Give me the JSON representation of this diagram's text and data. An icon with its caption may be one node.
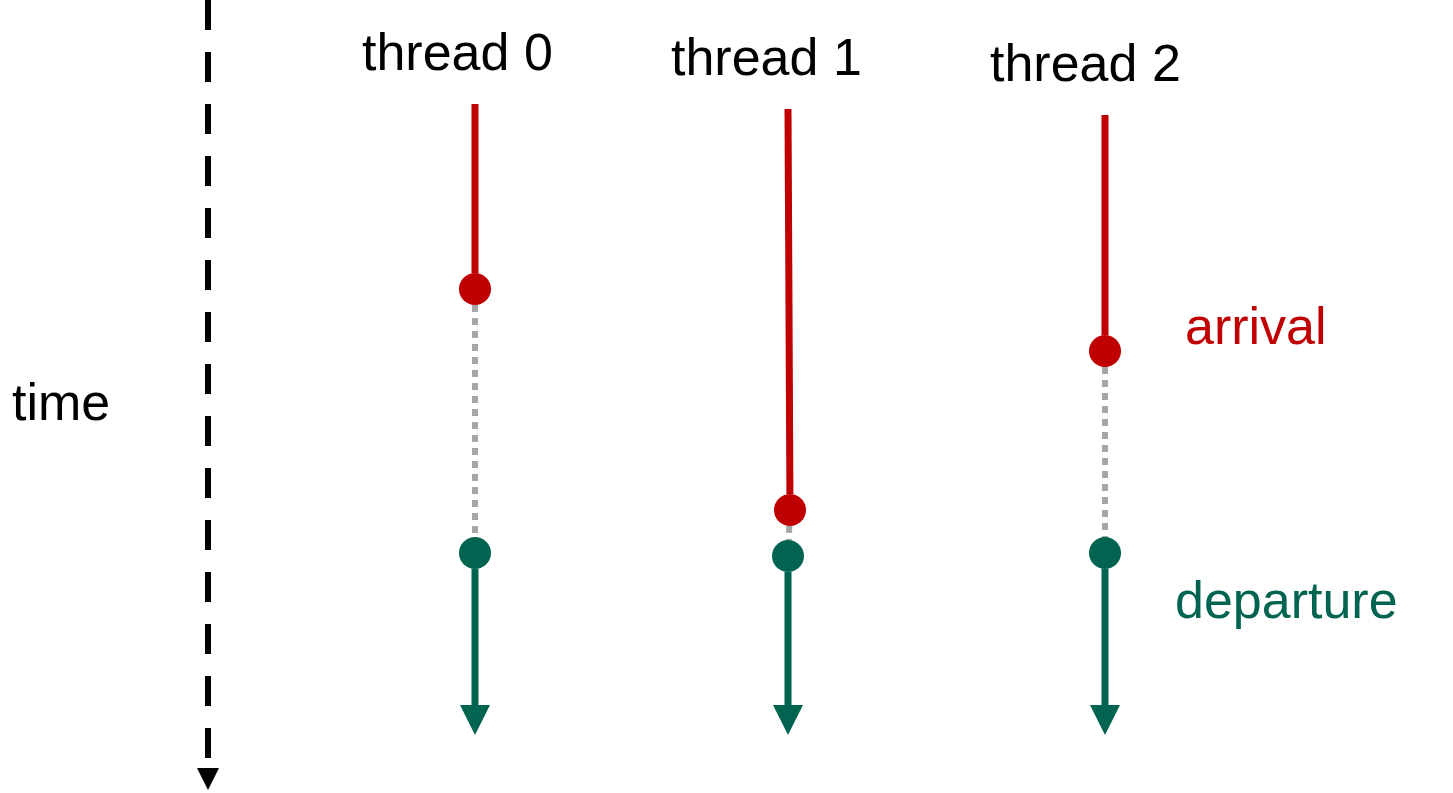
{
  "diagram": {
    "nodes": [
      {
        "text": [
          "thread 0"
        ]
      },
      {
        "text": [
          "thread 1"
        ]
      },
      {
        "text": [
          "thread 2"
        ]
      },
      {
        "text": [],
        "shape": "circle"
      },
      {
        "text": [],
        "shape": "circle"
      },
      {
        "text": [],
        "shape": "circle"
      },
      {
        "text": [],
        "shape": "circle"
      },
      {
        "text": [],
        "shape": "circle"
      },
      {
        "text": [],
        "shape": "circle"
      }
    ],
    "edges": [
      {
        "from": 0,
        "to": 3,
        "arrow": "none",
        "color": "#c00000"
      },
      {
        "from": 1,
        "to": 4,
        "arrow": "none",
        "color": "#c00000"
      },
      {
        "from": 2,
        "to": 5,
        "arrow": "none",
        "color": "#c00000"
      },
      {
        "from": 3,
        "to": 6,
        "arrow": "none",
        "style": "dashed",
        "color": "#a6a6a6"
      },
      {
        "from": 4,
        "to": 7,
        "arrow": "none",
        "style": "dashed",
        "color": "#a6a6a6"
      },
      {
        "from": 5,
        "to": 8,
        "arrow": "none",
        "style": "dashed",
        "color": "#a6a6a6"
      },
      {
        "from": 6,
        "to": null,
        "arrow": "to",
        "color": "#006450"
      },
      {
        "from": 7,
        "to": null,
        "arrow": "to",
        "color": "#006450"
      },
      {
        "from": 8,
        "to": null,
        "arrow": "to",
        "color": "#006450"
      }
    ],
    "labels": [
      "time",
      "arrival",
      "departure"
    ]
  }
}
